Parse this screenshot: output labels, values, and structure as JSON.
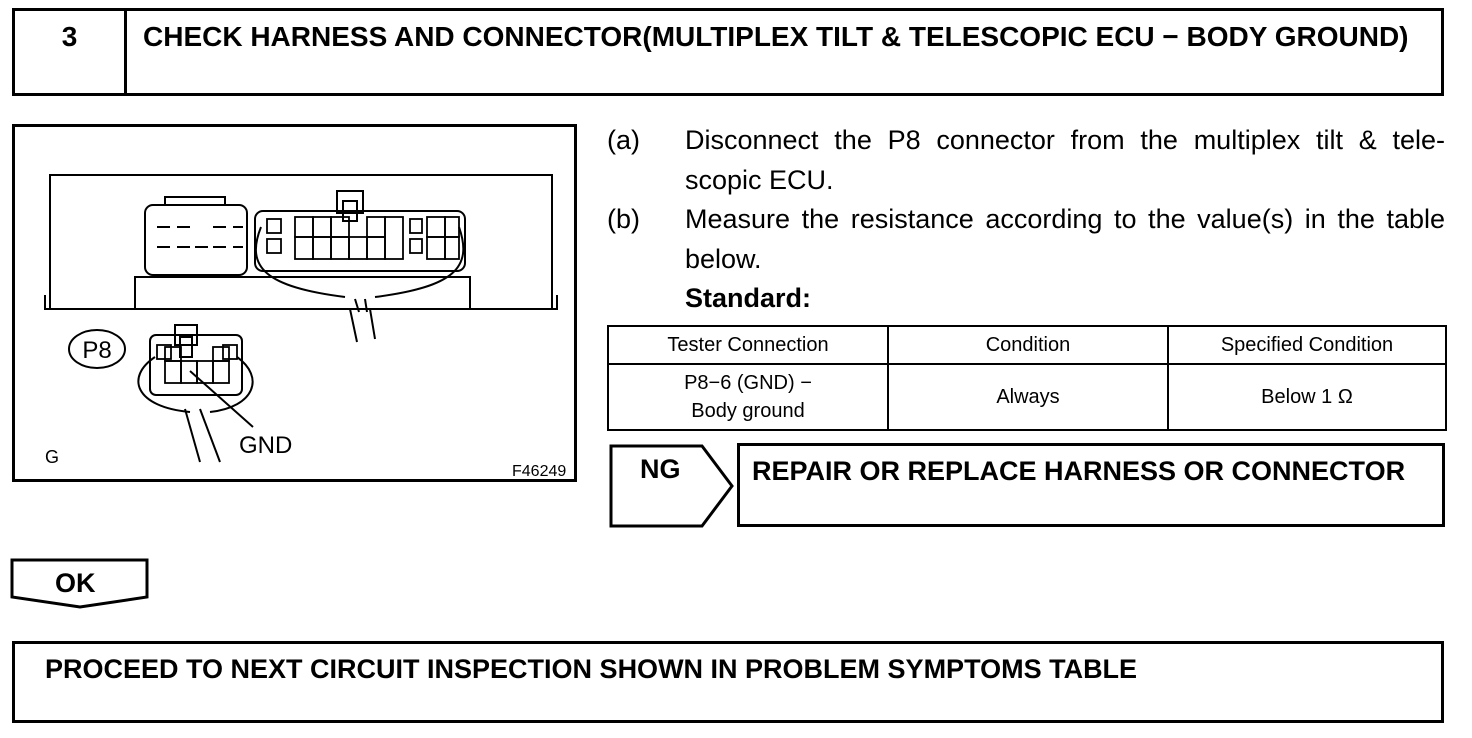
{
  "step": {
    "number": "3",
    "title": "CHECK HARNESS AND CONNECTOR(MULTIPLEX TILT & TELESCOPIC ECU − BODY GROUND)"
  },
  "illustration": {
    "connector_label": "P8",
    "terminal_label": "GND",
    "corner_letter": "G",
    "figure_id": "F46249"
  },
  "instructions": [
    {
      "marker": "(a)",
      "text": "Disconnect the P8 connector from the multiplex tilt & tele-scopic ECU."
    },
    {
      "marker": "(b)",
      "text": "Measure the resistance according to the value(s) in the table below."
    }
  ],
  "standard_label": "Standard:",
  "table": {
    "headers": [
      "Tester Connection",
      "Condition",
      "Specified Condition"
    ],
    "rows": [
      {
        "connection_line1": "P8−6 (GND) −",
        "connection_line2": "Body ground",
        "condition": "Always",
        "specified": "Below 1 Ω"
      }
    ]
  },
  "ng": {
    "label": "NG",
    "action": "REPAIR OR REPLACE HARNESS OR CONNECTOR"
  },
  "ok": {
    "label": "OK"
  },
  "next_step": "PROCEED TO NEXT CIRCUIT INSPECTION SHOWN IN PROBLEM SYMPTOMS TABLE"
}
